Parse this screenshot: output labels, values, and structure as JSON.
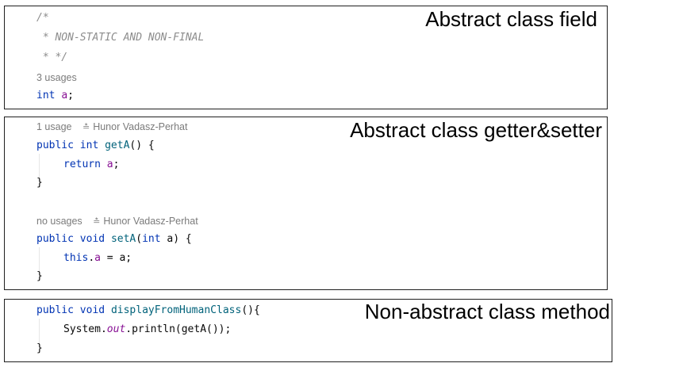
{
  "panel1": {
    "title": "Abstract class field",
    "comment_open": "/*",
    "comment_body": " * NON-STATIC AND NON-FINAL",
    "comment_close": " * */",
    "usages": "3 usages",
    "decl_type": "int",
    "decl_name": "a",
    "decl_end": ";"
  },
  "panel2": {
    "title": "Abstract class getter&setter",
    "getter_hint_usages": "1 usage",
    "getter_hint_author": "Hunor Vadasz-Perhat",
    "getter_kw1": "public",
    "getter_kw2": "int",
    "getter_name": "getA",
    "getter_rest": "() {",
    "getter_return_kw": "return",
    "getter_return_field": "a",
    "getter_return_end": ";",
    "getter_close": "}",
    "setter_hint_usages": "no usages",
    "setter_hint_author": "Hunor Vadasz-Perhat",
    "setter_kw1": "public",
    "setter_kw2": "void",
    "setter_name": "setA",
    "setter_paren_open": "(",
    "setter_param_type": "int",
    "setter_param_rest": " a) {",
    "setter_this": "this",
    "setter_dot": ".",
    "setter_field": "a",
    "setter_assign": " = a;",
    "setter_close": "}"
  },
  "panel3": {
    "title": "Non-abstract class method",
    "method_kw1": "public",
    "method_kw2": "void",
    "method_name": "displayFromHumanClass",
    "method_rest": "(){",
    "call_prefix": "System.",
    "call_static": "out",
    "call_suffix": ".println(getA());",
    "method_close": "}"
  },
  "icons": {
    "author": "person-icon"
  },
  "colors": {
    "keyword": "#0033b3",
    "field": "#871094",
    "method": "#00627a",
    "comment": "#8c8c8c",
    "hint": "#7b7b7b"
  }
}
